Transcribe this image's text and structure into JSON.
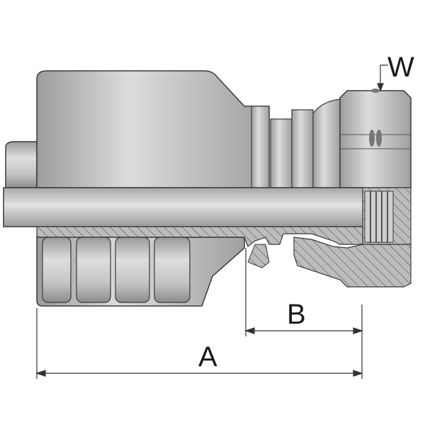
{
  "diagram": {
    "labels": {
      "width_across_flats": "W",
      "overall_length": "A",
      "insertion_length": "B"
    },
    "colors": {
      "metal": "#c9c9c9",
      "metal_dark": "#8e8e8e",
      "outline": "#3a3a3a",
      "section": "#b4b4b4"
    }
  }
}
